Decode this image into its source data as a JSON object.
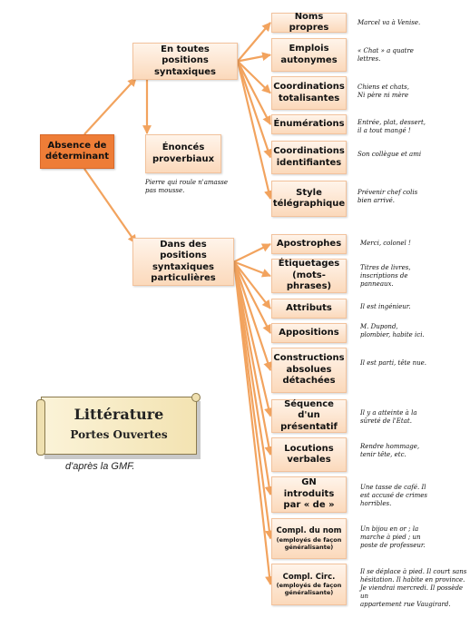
{
  "root": "Absence de déterminant",
  "branches": {
    "syntactic": "En toutes positions syntaxiques",
    "proverbs": "Énoncés proverbiaux",
    "particular": "Dans des positions syntaxiques particulières"
  },
  "proverb_example": "Pierre qui roule n'amasse pas mousse.",
  "leaves_top": [
    {
      "label": "Noms propres",
      "example": [
        "Marcel va à Venise."
      ]
    },
    {
      "label": "Emplois autonymes",
      "example": [
        "« Chat » a quatre",
        "lettres."
      ]
    },
    {
      "label": "Coordinations totalisantes",
      "example": [
        "Chiens et chats,",
        "Ni père ni mère"
      ]
    },
    {
      "label": "Énumérations",
      "example": [
        "Entrée, plat, dessert,",
        "il a tout mangé !"
      ]
    },
    {
      "label": "Coordinations identifiantes",
      "example": [
        "Son collègue et ami"
      ]
    },
    {
      "label": "Style télégraphique",
      "example": [
        "Prévenir chef colis",
        "bien arrivé."
      ]
    }
  ],
  "leaves_bottom": [
    {
      "label": "Apostrophes",
      "example": [
        "Merci, colonel !"
      ]
    },
    {
      "label": "Étiquetages (mots-phrases)",
      "example": [
        "Titres de livres,",
        "inscriptions de",
        "panneaux."
      ]
    },
    {
      "label": "Attributs",
      "example": [
        "Il est ingénieur."
      ]
    },
    {
      "label": "Appositions",
      "example": [
        "M. Dupond,",
        "plombier, habite ici."
      ]
    },
    {
      "label": "Constructions absolues détachées",
      "example": [
        "Il est parti, tête nue."
      ]
    },
    {
      "label": "Séquence d'un présentatif",
      "example": [
        "Il y a atteinte à la",
        "sûreté de l'Etat."
      ]
    },
    {
      "label": "Locutions verbales",
      "example": [
        "Rendre hommage,",
        "tenir tête,  etc."
      ]
    },
    {
      "label": "GN introduits par « de »",
      "example": [
        "Une tasse de café. Il",
        "est accusé de crimes",
        "horribles."
      ]
    },
    {
      "label": "Compl. du nom",
      "sub": "(employés de façon généralisante)",
      "example": [
        "Un bijou en or ; la",
        "marche à pied ; un",
        "poste de professeur."
      ]
    },
    {
      "label": "Compl. Circ.",
      "sub": "(employés de façon généralisante)",
      "example": [
        "Il se déplace à pied. Il court sans",
        "hésitation. Il habite en province.",
        "Je viendrai mercredi. Il possède un",
        "appartement rue Vaugirard."
      ]
    }
  ],
  "badge": {
    "title": "Littérature",
    "subtitle": "Portes Ouvertes"
  },
  "credit": "d'après la GMF.",
  "colors": {
    "root": "#ee7d37",
    "node_top": "#fff4ea",
    "node_bottom": "#fbd9bb",
    "arrow": "#f2a35e"
  }
}
